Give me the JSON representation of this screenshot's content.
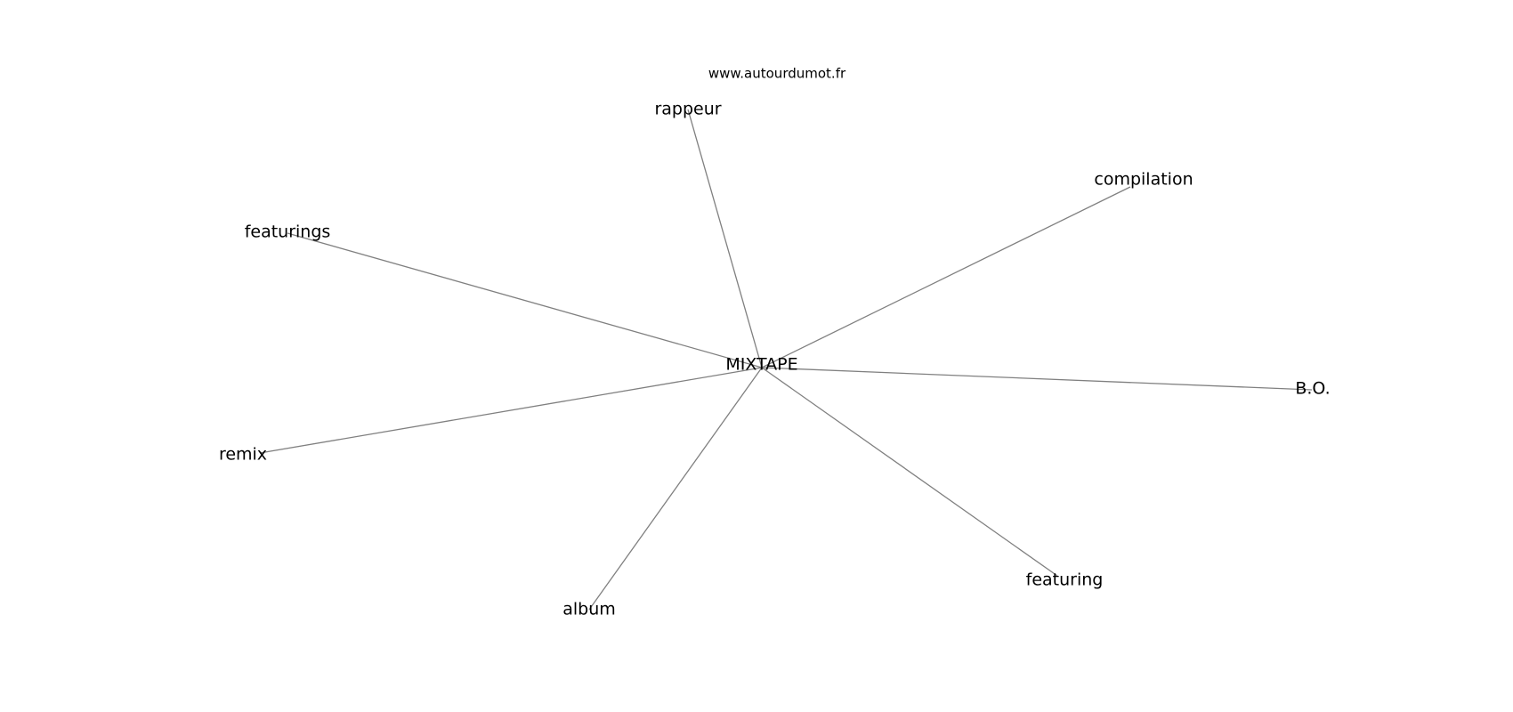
{
  "source": "www.autourdumot.fr",
  "graph": {
    "center": "MIXTAPE",
    "related": [
      "rappeur",
      "compilation",
      "featurings",
      "B.O.",
      "remix",
      "featuring",
      "album"
    ]
  },
  "colors": {
    "edge": "#808080",
    "text": "#000000",
    "background": "#ffffff"
  }
}
